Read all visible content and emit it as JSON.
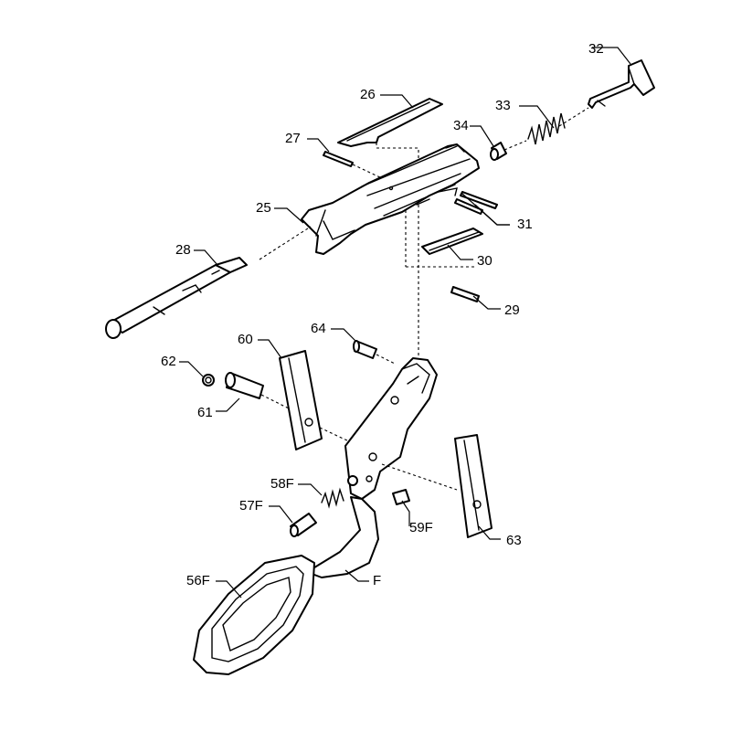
{
  "diagram": {
    "labels": {
      "p32": "32",
      "p33": "33",
      "p34": "34",
      "p26": "26",
      "p27": "27",
      "p25": "25",
      "p31": "31",
      "p28": "28",
      "p30": "30",
      "p29": "29",
      "p64": "64",
      "p60": "60",
      "p62": "62",
      "p61": "61",
      "p58F": "58F",
      "p57F": "57F",
      "p59F": "59F",
      "p56F": "56F",
      "pF": "F",
      "p63": "63"
    }
  }
}
